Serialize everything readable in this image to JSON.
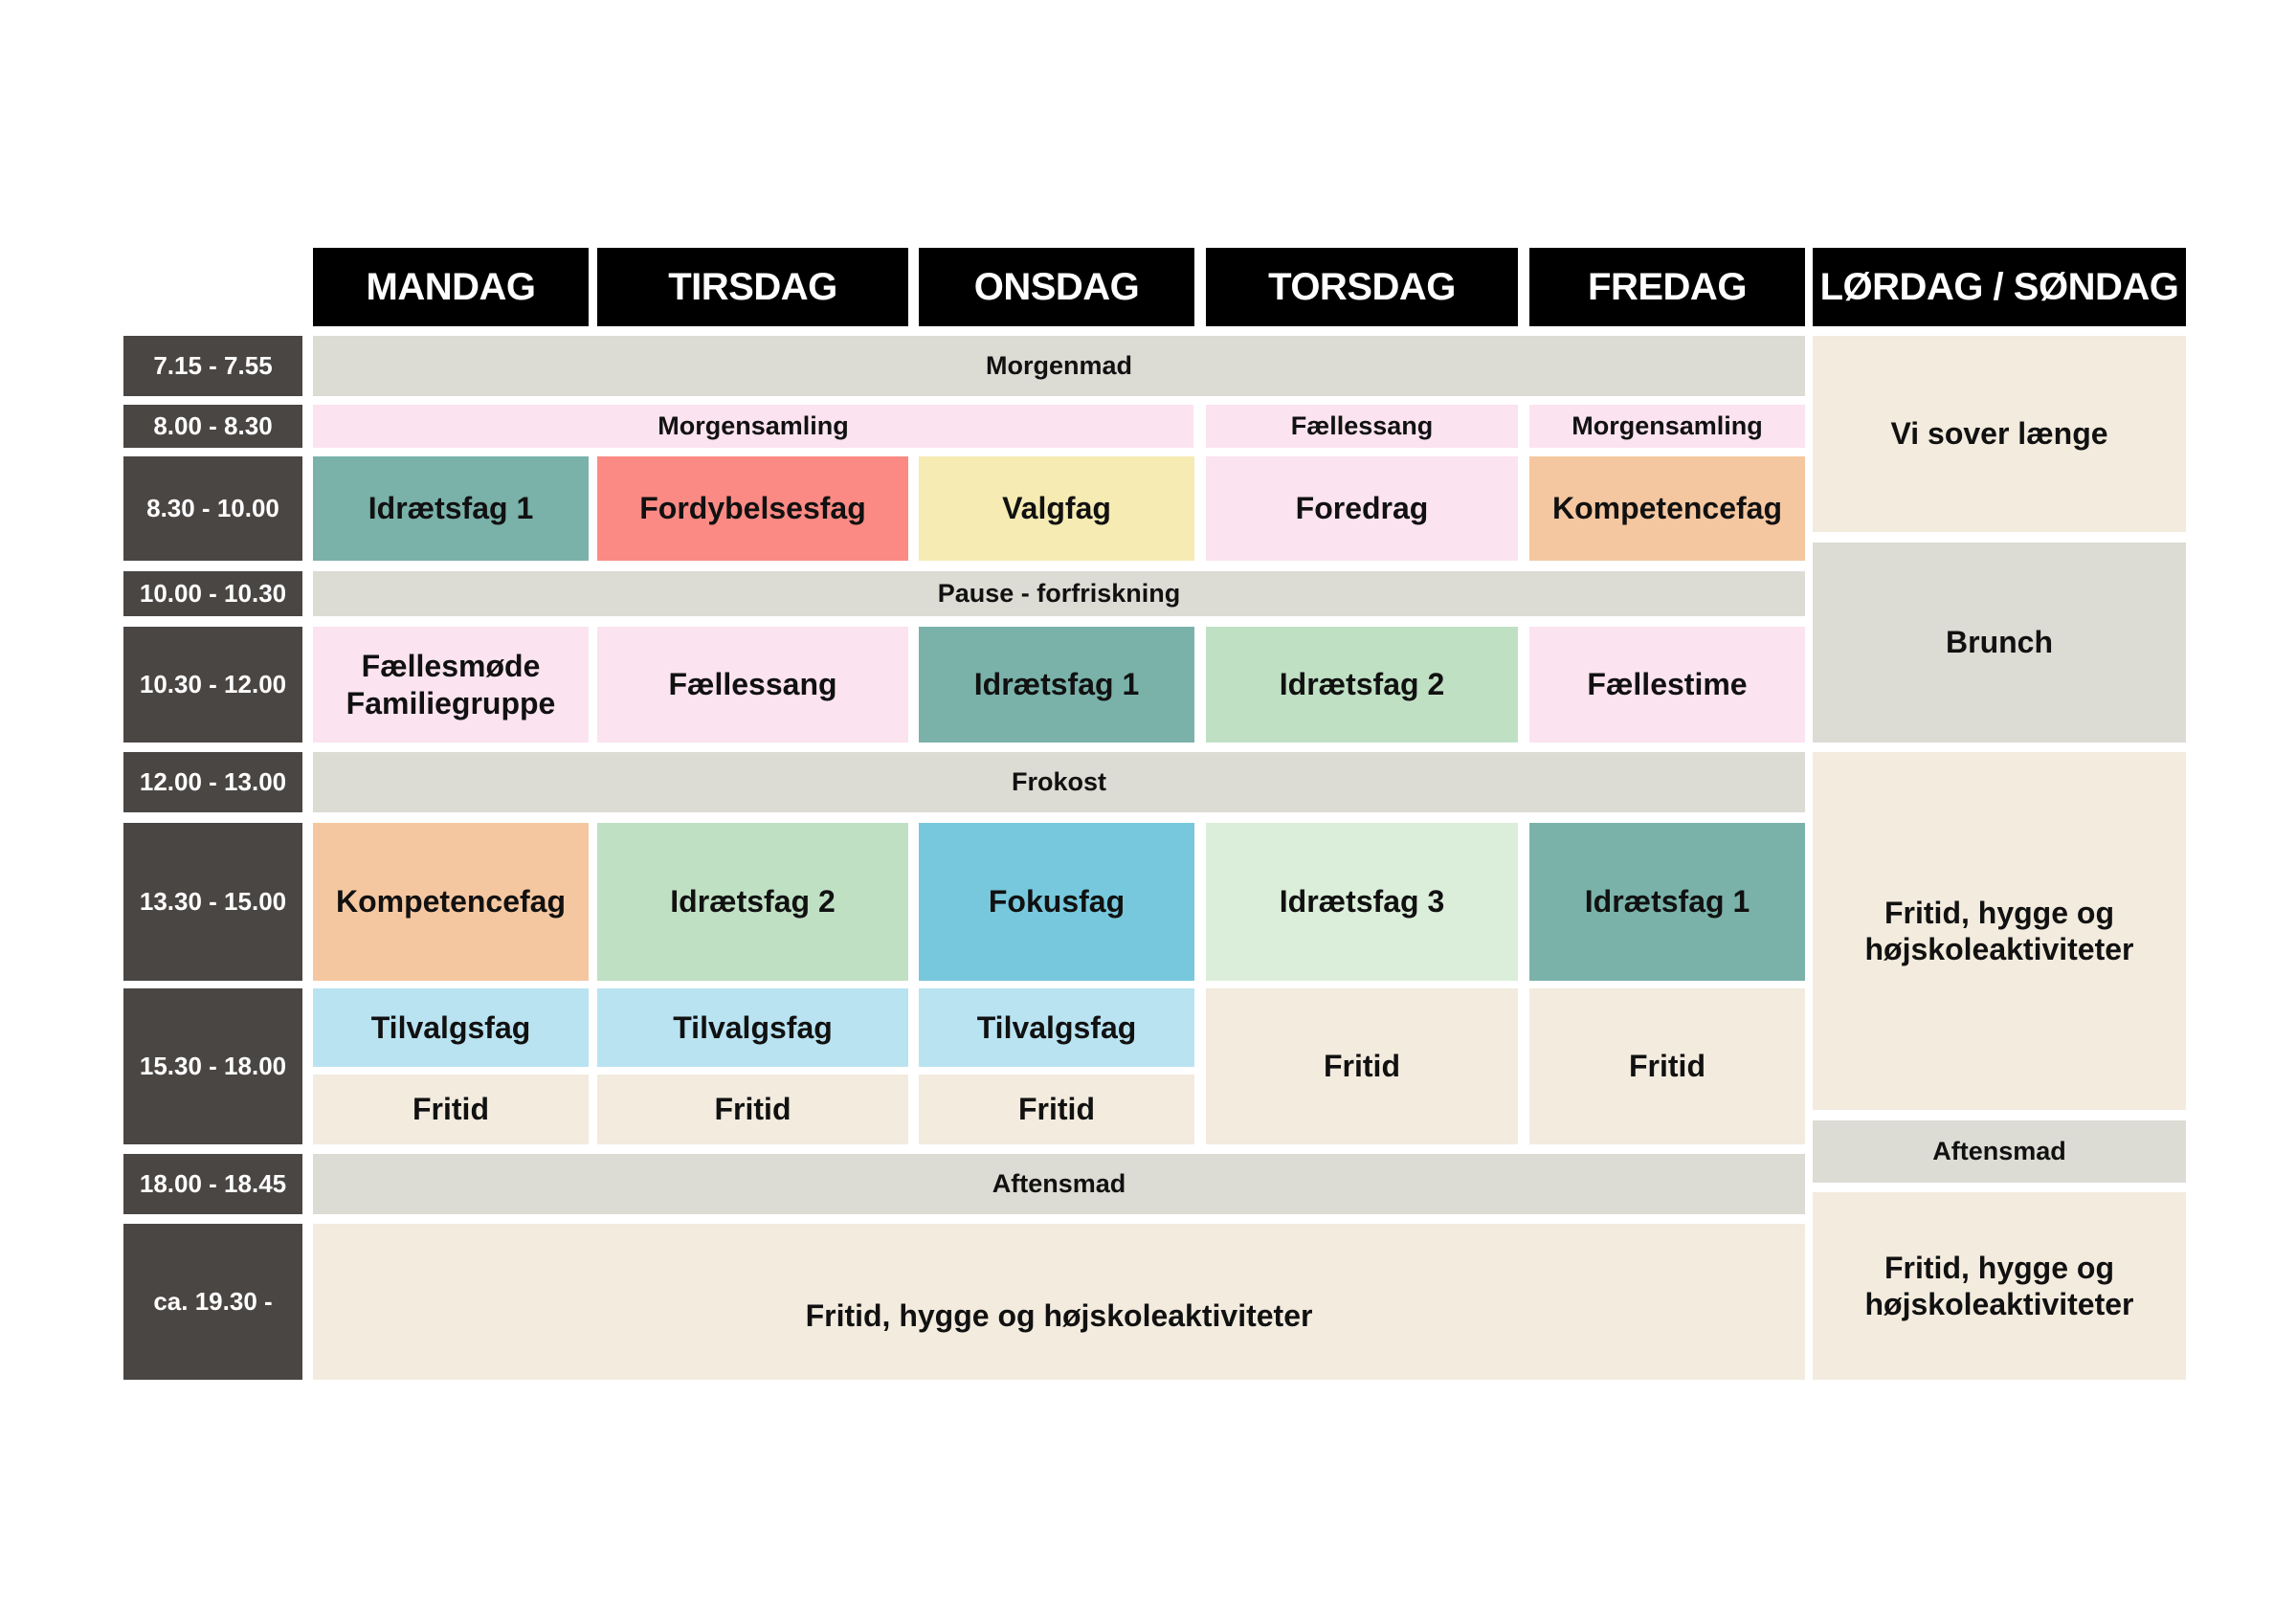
{
  "days": [
    "MANDAG",
    "TIRSDAG",
    "ONSDAG",
    "TORSDAG",
    "FREDAG",
    "LØRDAG / SØNDAG"
  ],
  "times": [
    "7.15 - 7.55",
    "8.00 - 8.30",
    "8.30 - 10.00",
    "10.00 - 10.30",
    "10.30 - 12.00",
    "12.00 - 13.00",
    "13.30 - 15.00",
    "15.30 - 18.00",
    "18.00 - 18.45",
    "ca. 19.30 -"
  ],
  "colors": {
    "grey": "#dcdbd4",
    "pink": "#fbe3ef",
    "teal": "#7ab2aa",
    "salmon": "#fc8a84",
    "yellow": "#f5ebb3",
    "peach": "#f5c7a0",
    "mint": "#c0e0c4",
    "mint_light": "#dbeed9",
    "blue": "#77c8dd",
    "blue_light": "#b9e3f1",
    "cream": "#f2ebde"
  },
  "cells": {
    "morgenmad": "Morgenmad",
    "morgensamling_mon_wed": "Morgensamling",
    "faellessang_thu": "Fællessang",
    "morgensamling_fri": "Morgensamling",
    "mon_830": "Idrætsfag 1",
    "tue_830": "Fordybelsesfag",
    "wed_830": "Valgfag",
    "thu_830": "Foredrag",
    "fri_830": "Kompetencefag",
    "pause": "Pause - forfriskning",
    "mon_1030": "Fællesmøde Familiegruppe",
    "tue_1030": "Fællessang",
    "wed_1030": "Idrætsfag 1",
    "thu_1030": "Idrætsfag 2",
    "fri_1030": "Fællestime",
    "frokost": "Frokost",
    "mon_1330": "Kompetencefag",
    "tue_1330": "Idrætsfag 2",
    "wed_1330": "Fokusfag",
    "thu_1330": "Idrætsfag 3",
    "fri_1330": "Idrætsfag 1",
    "mon_1530_top": "Tilvalgsfag",
    "tue_1530_top": "Tilvalgsfag",
    "wed_1530_top": "Tilvalgsfag",
    "mon_1530_bottom": "Fritid",
    "tue_1530_bottom": "Fritid",
    "wed_1530_bottom": "Fritid",
    "thu_1530": "Fritid",
    "fri_1530": "Fritid",
    "aftensmad": "Aftensmad",
    "evening": "Fritid, hygge og højskoleaktiviteter",
    "weekend_sleep": "Vi sover længe",
    "weekend_brunch": "Brunch",
    "weekend_afternoon": "Fritid, hygge og højskoleaktiviteter",
    "weekend_aftensmad": "Aftensmad",
    "weekend_evening": "Fritid, hygge og højskoleaktiviteter"
  }
}
